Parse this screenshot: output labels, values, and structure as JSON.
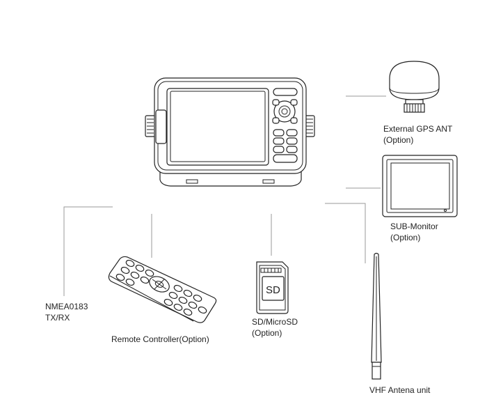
{
  "devices": {
    "gps_antenna": {
      "label_line1": "External GPS ANT",
      "label_line2": "(Option)"
    },
    "sub_monitor": {
      "label_line1": "SUB-Monitor",
      "label_line2": "(Option)"
    },
    "nmea": {
      "label_line1": "NMEA0183",
      "label_line2": "TX/RX"
    },
    "remote_controller": {
      "label": "Remote Controller(Option)"
    },
    "sd_card": {
      "card_text": "SD",
      "label_line1": "SD/MicroSD",
      "label_line2": "(Option)"
    },
    "vhf_antenna": {
      "label": "VHF Antena unit"
    }
  }
}
